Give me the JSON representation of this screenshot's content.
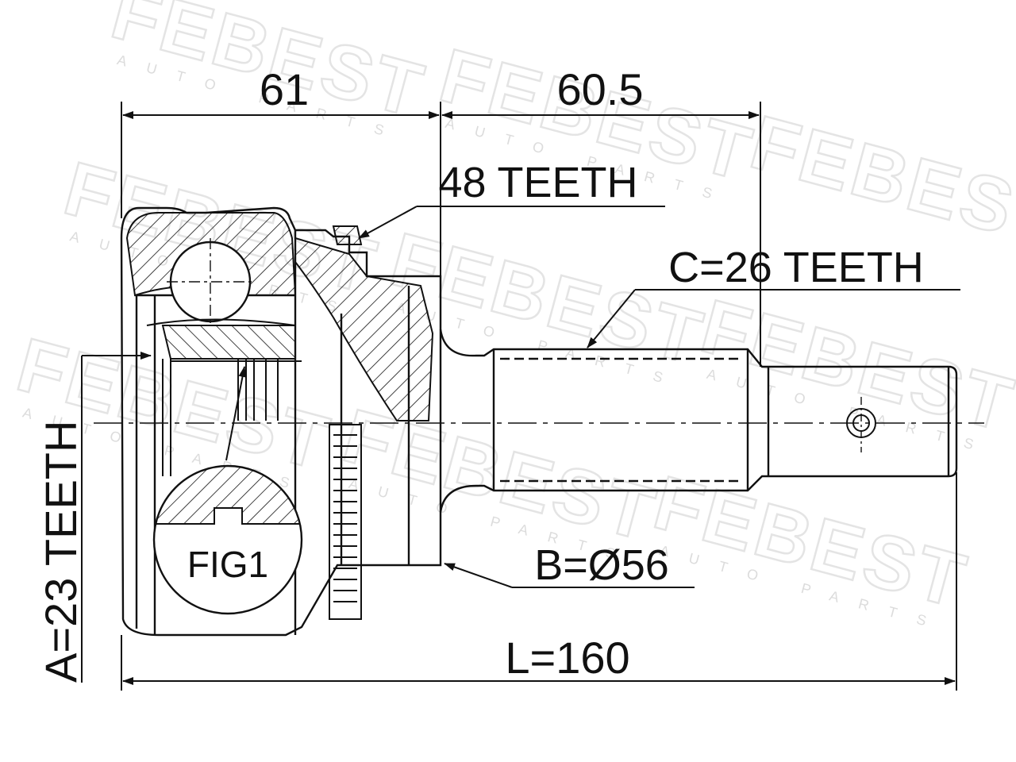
{
  "drawing": {
    "watermark": {
      "brand": "FEBEST",
      "sub": "AUTO PARTS"
    },
    "dimensions": {
      "length_left": "61",
      "length_right": "60.5",
      "total_length": "L=160",
      "spline_a": "A=23 TEETH"
    },
    "callouts": {
      "abs_ring": "48 TEETH",
      "outer_spline": "C=26 TEETH",
      "seal_diameter": "B=Ø56",
      "detail_figure": "FIG1"
    },
    "colors": {
      "line": "#111111",
      "watermark": "#e4e4e4",
      "background": "#ffffff"
    }
  }
}
